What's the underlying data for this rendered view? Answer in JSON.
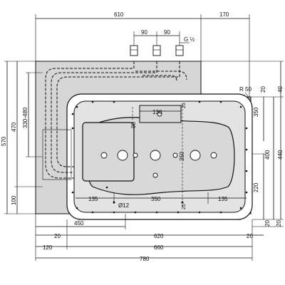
{
  "dimensions": {
    "top_width": "610",
    "top_right": "170",
    "spacing_1": "90",
    "spacing_2": "90",
    "thread": "G ½",
    "left_outer": "570",
    "left_mid": "470",
    "left_inner": "330-480",
    "left_bottom": "100",
    "radius": "R 50",
    "top_offset_90": "90",
    "top_offset_130": "130",
    "top_offset_25": "25",
    "right_20_top": "20",
    "right_40": "40",
    "right_350": "350",
    "right_400": "400",
    "right_440": "440",
    "right_220": "220",
    "right_20_bottom": "20",
    "right_20_bot2": "20",
    "center_350_v": "350",
    "row_135_left": "135",
    "row_350": "350",
    "row_135_right": "135",
    "drain": "Ø12",
    "bottom_25": "25",
    "bottom_450": "450",
    "bottom_20": "20",
    "bottom_620": "620",
    "bottom_20_right": "20",
    "bottom_120": "120",
    "bottom_660": "660",
    "bottom_780": "780"
  }
}
